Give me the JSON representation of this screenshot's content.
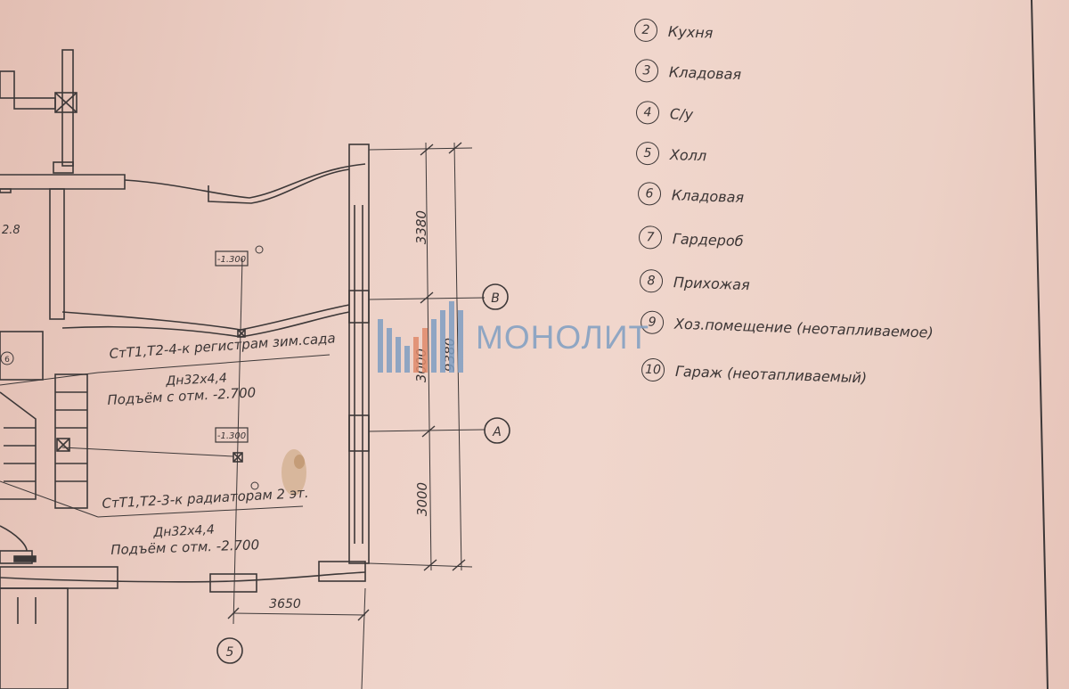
{
  "legend": {
    "items": [
      {
        "num": "2",
        "label": "Кухня"
      },
      {
        "num": "3",
        "label": "Кладовая"
      },
      {
        "num": "4",
        "label": "С/у"
      },
      {
        "num": "5",
        "label": "Холл"
      },
      {
        "num": "6",
        "label": "Кладовая"
      },
      {
        "num": "7",
        "label": "Гардероб"
      },
      {
        "num": "8",
        "label": "Прихожая"
      },
      {
        "num": "9",
        "label": "Хоз.помещение (неотапливаемое)"
      },
      {
        "num": "10",
        "label": "Гараж (неотапливаемый)"
      }
    ]
  },
  "annotations": {
    "note1_line1": "СтТ1,Т2-4-к регистрам зим.сада",
    "note1_line2": "Дн32х4,4",
    "note1_line3": "Подъём с отм. -2.700",
    "note2_line1": "СтТ1,Т2-3-к радиаторам 2 эт.",
    "note2_line2": "Дн32х4,4",
    "note2_line3": "Подъём с отм. -2.700"
  },
  "dimensions": {
    "top_span": "3380",
    "mid_span": "3000",
    "bottom_span": "3000",
    "total_span": "9380",
    "horizontal_span": "3650"
  },
  "level_marks": {
    "upper": "-1.300",
    "lower": "-1.300"
  },
  "axes": {
    "b": "В",
    "a": "А",
    "five": "5"
  },
  "room_marks": {
    "left_partial": "2.8",
    "left_circle": "6"
  },
  "watermark": {
    "text": "МОНОЛИТ",
    "color": "#7f9ec2"
  }
}
